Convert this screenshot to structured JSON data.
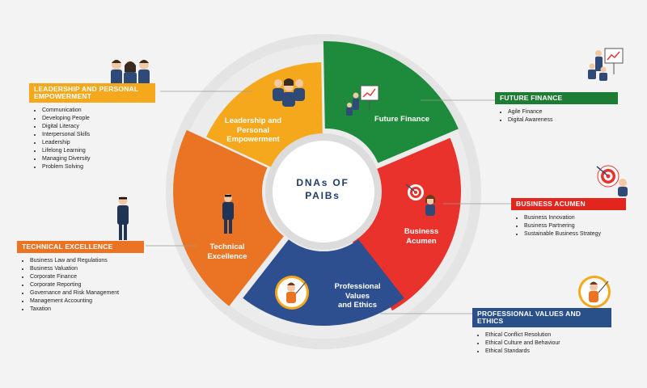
{
  "center_title": "DNAs OF\nPAIBs",
  "colors": {
    "leadership": "#f5a81c",
    "future_finance": "#1e8a3b",
    "business_acumen": "#e8322b",
    "professional_values": "#2d4f8f",
    "technical_excellence": "#eb7324",
    "leadership_header": "#f5a81c",
    "future_header": "#1e7d34",
    "acumen_header": "#e3261d",
    "technical_header": "#eb7324",
    "professional_header": "#2a5089",
    "outer_ring": "#e4e4e4",
    "hub_ring": "#dcdcdc"
  },
  "segments": {
    "leadership": "Leadership and\nPersonal\nEmpowerment",
    "future_finance": "Future Finance",
    "business_acumen": "Business\nAcumen",
    "professional_values": "Professional\nValues\nand Ethics",
    "technical_excellence": "Technical\nExcellence"
  },
  "panels": {
    "leadership": {
      "title": "LEADERSHIP AND PERSONAL EMPOWERMENT",
      "items": [
        "Communication",
        "Developing People",
        "Digital Literacy",
        "Interpersonal Skills",
        "Leadership",
        "Lifelong Learning",
        "Managing Diversity",
        "Problem Solving"
      ]
    },
    "future_finance": {
      "title": "FUTURE FINANCE",
      "items": [
        "Agile Finance",
        "Digital Awareness"
      ]
    },
    "business_acumen": {
      "title": "BUSINESS ACUMEN",
      "items": [
        "Business Innovation",
        "Business Partnering",
        "Sustainable Business Strategy"
      ]
    },
    "technical_excellence": {
      "title": "TECHNICAL EXCELLENCE",
      "items": [
        "Business Law and Regulations",
        "Business Valuation",
        "Corporate Finance",
        "Corporate Reporting",
        "Governance and Risk Management",
        "Management Accounting",
        "Taxation"
      ]
    },
    "professional_values": {
      "title": "PROFESSIONAL VALUES AND ETHICS",
      "items": [
        "Ethical Conflict Resolution",
        "Ethical Culture and Behaviour",
        "Ethical Standards"
      ]
    }
  }
}
